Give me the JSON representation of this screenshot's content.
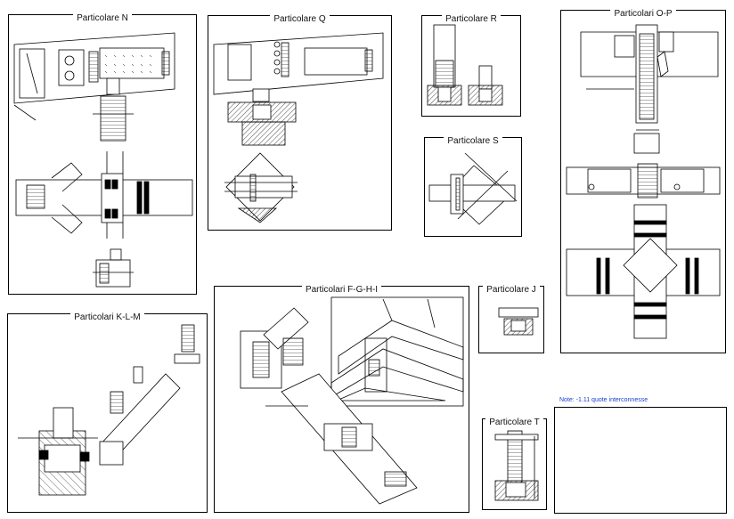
{
  "details": [
    {
      "id": "n",
      "title": "Particolare N"
    },
    {
      "id": "q",
      "title": "Particolare Q"
    },
    {
      "id": "r",
      "title": "Particolare R"
    },
    {
      "id": "s",
      "title": "Particolare S"
    },
    {
      "id": "op",
      "title": "Particolari O-P"
    },
    {
      "id": "klm",
      "title": "Particolari K-L-M"
    },
    {
      "id": "fghi",
      "title": "Particolari F-G-H-I"
    },
    {
      "id": "j",
      "title": "Particolare J"
    },
    {
      "id": "t",
      "title": "Particolare T"
    }
  ],
  "note": "Note: -1.11 quote interconnesse",
  "colors": {
    "line": "#000000",
    "note": "#1a3fd0",
    "paper": "#ffffff"
  }
}
